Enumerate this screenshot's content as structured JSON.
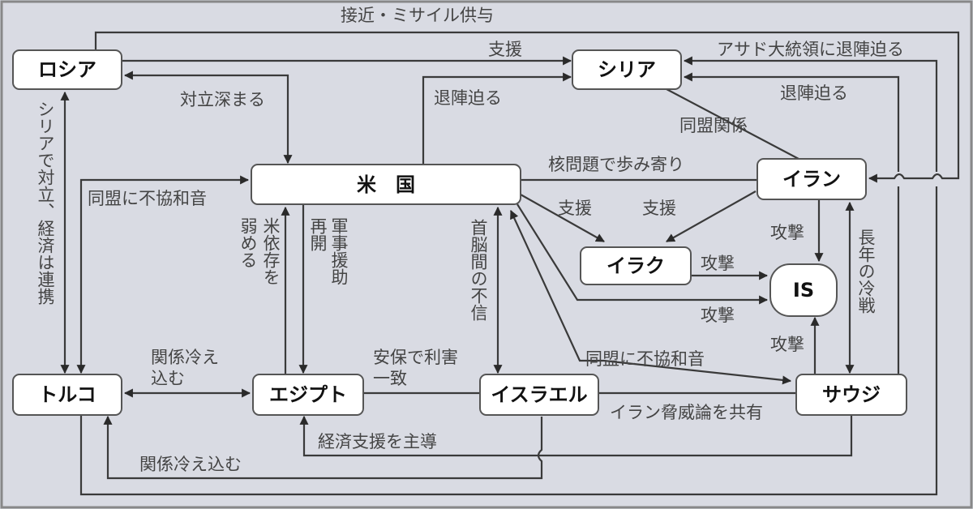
{
  "nodes": {
    "russia": "ロシア",
    "syria": "シリア",
    "usa": "米　国",
    "iran": "イラン",
    "iraq": "イラク",
    "is": "IS",
    "turkey": "トルコ",
    "egypt": "エジプト",
    "israel": "イスラエル",
    "saudi": "サウジ"
  },
  "edges": {
    "russia_iran": "接近・ミサイル供与",
    "russia_syria": "支援",
    "russia_usa": "対立深まる",
    "usa_syria": "退陣迫る",
    "turkey_syria": "アサド大統領に退陣迫る",
    "saudi_syria": "退陣迫る",
    "syria_iran": "同盟関係",
    "usa_iran": "核問題で歩み寄り",
    "usa_iraq": "支援",
    "iran_iraq": "支援",
    "iraq_is": "攻撃",
    "usa_is": "攻撃",
    "usa_saudi": "同盟に不協和音",
    "usa_israel": "首脳間の不信",
    "iran_is": "攻撃",
    "iran_saudi": "長年の冷戦",
    "saudi_is": "攻撃",
    "israel_saudi": "イラン脅威論を共有",
    "egypt_israel_1": "安保で利害",
    "egypt_israel_2": "一致",
    "turkey_egypt_1": "関係冷え",
    "turkey_egypt_2": "込む",
    "egypt_usa_1": "米依存を",
    "egypt_usa_2": "弱める",
    "usa_egypt_1": "軍事援助",
    "usa_egypt_2": "再開",
    "usa_turkey": "同盟に不協和音",
    "russia_turkey": "シリアで対立、経済は連携",
    "saudi_egypt": "経済支援を主導",
    "israel_turkey": "関係冷え込む"
  },
  "colors": {
    "background": "#d9dbe3",
    "line": "#3a3a3a",
    "node": "#ffffff"
  }
}
